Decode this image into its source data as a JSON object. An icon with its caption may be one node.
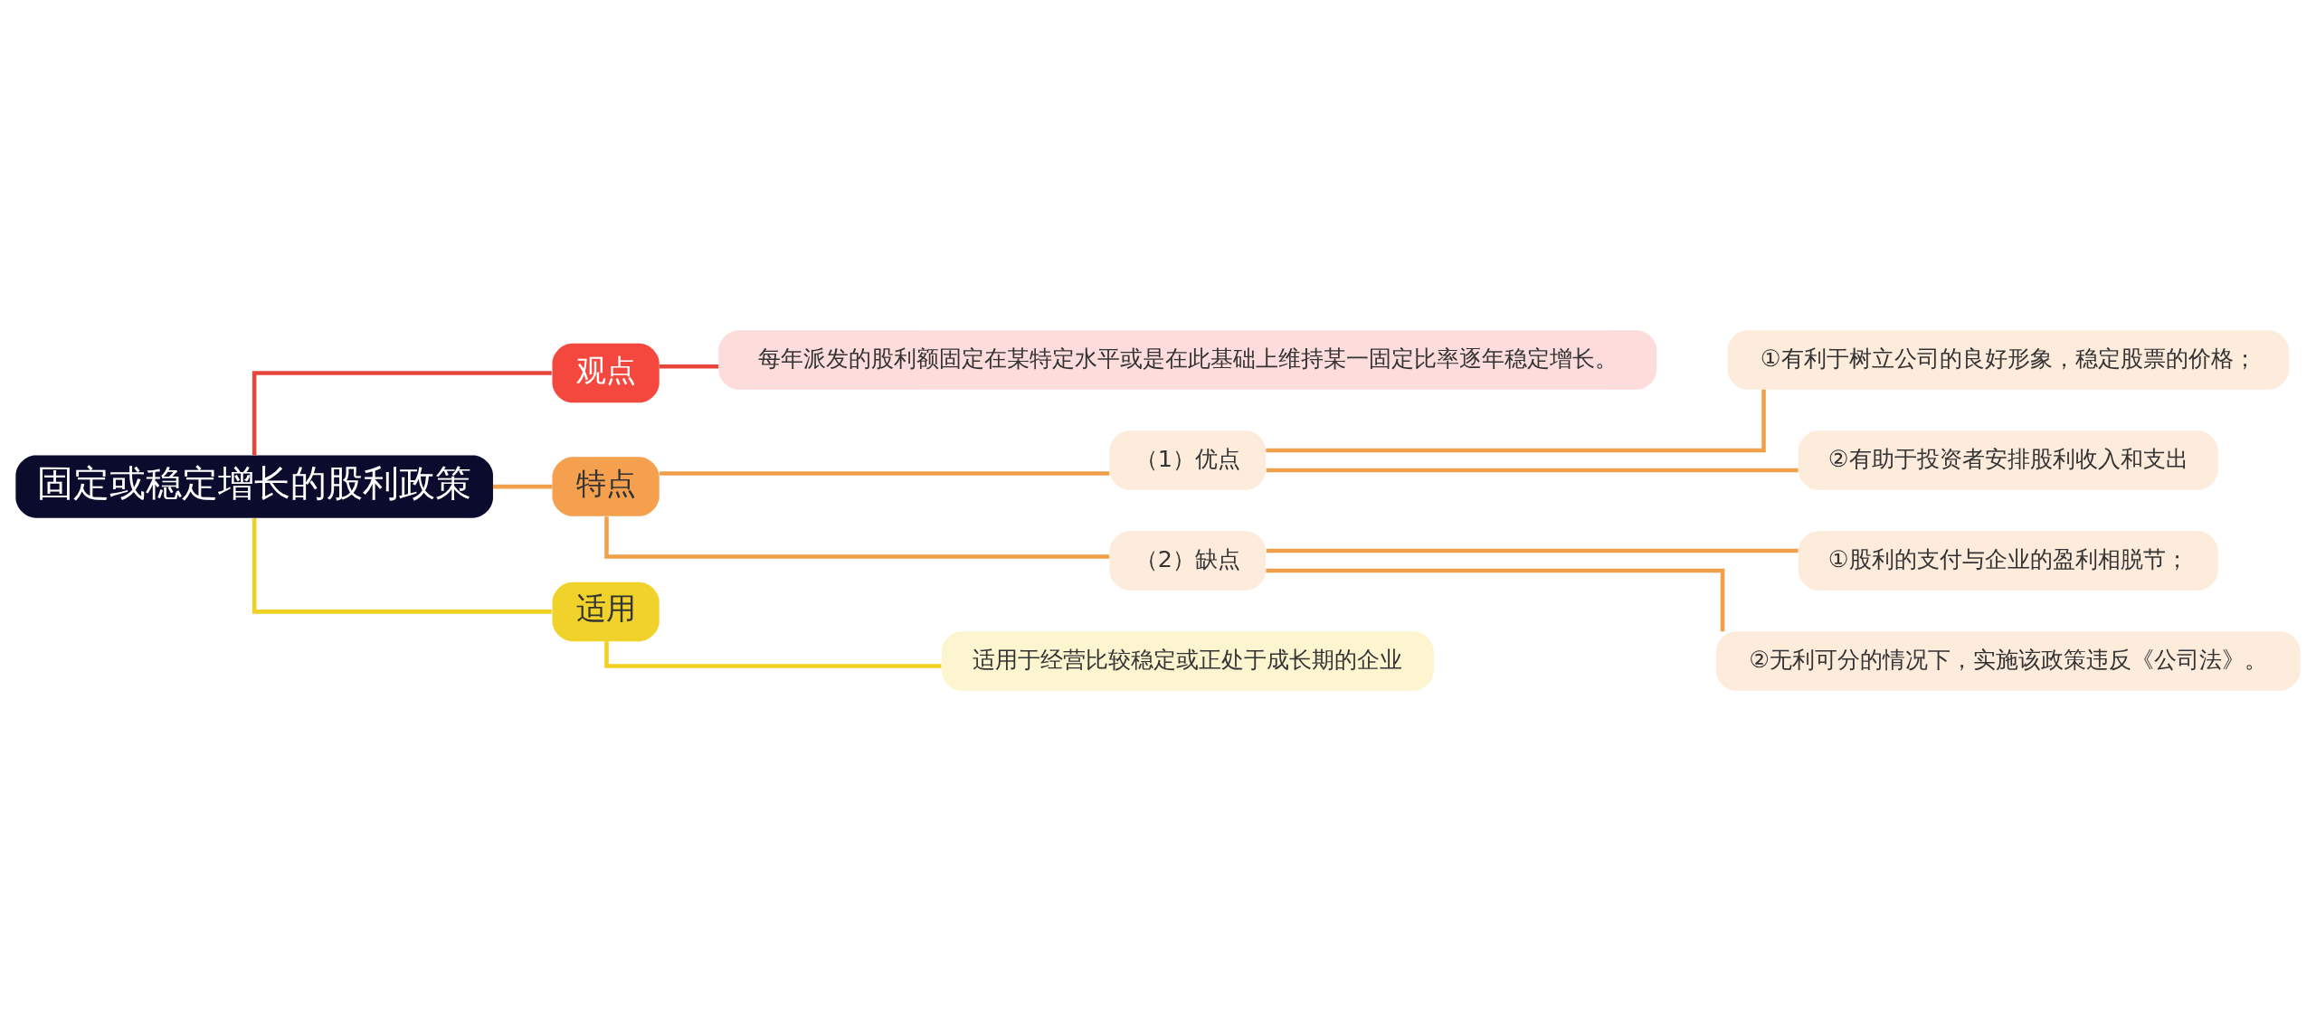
{
  "diagram": {
    "nodes": [
      {
        "text": [
          "固定或稳定增长的股利政策"
        ]
      },
      {
        "text": [
          "观点"
        ]
      },
      {
        "text": [
          "每年派发的股利额固定在某特定水平或是在此基础上维持某一固定比率逐年稳定增长。"
        ]
      },
      {
        "text": [
          "特点"
        ]
      },
      {
        "text": [
          "（1）优点"
        ]
      },
      {
        "text": [
          "①有利于树立公司的良好形象，稳定股票的价格；"
        ]
      },
      {
        "text": [
          "②有助于投资者安排股利收入和支出"
        ]
      },
      {
        "text": [
          "（2）缺点"
        ]
      },
      {
        "text": [
          "①股利的支付与企业的盈利相脱节；"
        ]
      },
      {
        "text": [
          "②无利可分的情况下，实施该政策违反《公司法》。"
        ]
      },
      {
        "text": [
          "适用"
        ]
      },
      {
        "text": [
          "适用于经营比较稳定或正处于成长期的企业"
        ]
      }
    ],
    "edges": [
      {
        "from": 0,
        "to": 1,
        "arrow": "none",
        "color": "#e8453c"
      },
      {
        "from": 1,
        "to": 2,
        "arrow": "none",
        "color": "#e8453c"
      },
      {
        "from": 0,
        "to": 3,
        "arrow": "none"
      },
      {
        "from": 3,
        "to": 4,
        "arrow": "none"
      },
      {
        "from": 4,
        "to": 5,
        "arrow": "none"
      },
      {
        "from": 4,
        "to": 6,
        "arrow": "none"
      },
      {
        "from": 3,
        "to": 7,
        "arrow": "none"
      },
      {
        "from": 7,
        "to": 8,
        "arrow": "none"
      },
      {
        "from": 7,
        "to": 9,
        "arrow": "none"
      },
      {
        "from": 0,
        "to": 10,
        "arrow": "none",
        "color": "#f0d020"
      },
      {
        "from": 10,
        "to": 11,
        "arrow": "none",
        "color": "#f0d020"
      }
    ]
  }
}
